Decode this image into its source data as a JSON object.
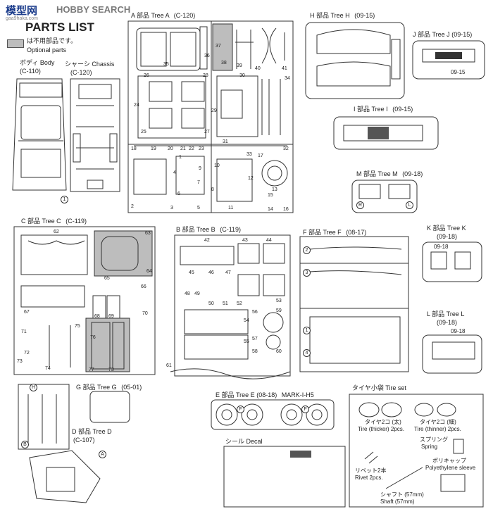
{
  "watermark": {
    "brand": "模型网",
    "search": "HOBBY SEARCH",
    "url": "gaa9haka.com"
  },
  "header": {
    "title": "PARTS LIST",
    "optional_jp": "は不用部品です。",
    "optional_en": "Optional parts"
  },
  "body": {
    "jp": "ボディ Body",
    "code": "(C-110)",
    "num": "1"
  },
  "chassis": {
    "jp": "シャーシ Chassis",
    "code": "(C-120)"
  },
  "treeA": {
    "label": "A 部品 Tree A",
    "code": "(C-120)",
    "nums": [
      "1",
      "2",
      "3",
      "4",
      "5",
      "6",
      "7",
      "8",
      "9",
      "10",
      "11",
      "12",
      "13",
      "14",
      "15",
      "16",
      "17",
      "18",
      "19",
      "20",
      "21",
      "22",
      "23",
      "24",
      "25",
      "26",
      "27",
      "28",
      "29",
      "30",
      "31",
      "32",
      "33",
      "34",
      "35",
      "36",
      "37",
      "38",
      "39",
      "40",
      "41"
    ]
  },
  "treeH": {
    "label": "H 部品 Tree H",
    "code": "(09-15)"
  },
  "treeJ": {
    "label": "J 部品 Tree J",
    "code": "(09-15)",
    "stamp": "09-15"
  },
  "treeI": {
    "label": "I 部品 Tree I",
    "code": "(09-15)"
  },
  "treeM": {
    "label": "M 部品 Tree M",
    "code": "(09-18)",
    "r": "R",
    "l": "L"
  },
  "treeC": {
    "label": "C 部品 Tree C",
    "code": "(C-119)",
    "nums": [
      "62",
      "63",
      "64",
      "65",
      "66",
      "67",
      "68",
      "69",
      "70",
      "71",
      "72",
      "73",
      "74",
      "75",
      "76",
      "77",
      "78"
    ]
  },
  "treeB": {
    "label": "B 部品 Tree B",
    "code": "(C-119)",
    "nums": [
      "42",
      "43",
      "44",
      "45",
      "46",
      "47",
      "48",
      "49",
      "50",
      "51",
      "52",
      "53",
      "54",
      "55",
      "56",
      "57",
      "58",
      "59",
      "60",
      "61"
    ]
  },
  "treeF": {
    "label": "F 部品 Tree F",
    "code": "(08-17)",
    "nums": [
      "2",
      "3",
      "1",
      "4"
    ]
  },
  "treeK": {
    "label": "K 部品 Tree K",
    "code": "(09-18)",
    "stamp": "09-18"
  },
  "treeL": {
    "label": "L 部品 Tree L",
    "code": "(09-18)",
    "stamp": "09-18"
  },
  "treeG": {
    "label": "G 部品 Tree G",
    "code": "(05-01)"
  },
  "treeD": {
    "label": "D 部品 Tree D",
    "code": "(C-107)",
    "h": "H",
    "b": "B",
    "a": "A"
  },
  "treeE": {
    "label": "E 部品 Tree E",
    "code": "(08-18)",
    "model": "MARK-I-H5",
    "f": "F"
  },
  "tires": {
    "title": "タイヤ小袋 Tire set",
    "thick_jp": "タイヤ2コ (太)",
    "thick_en": "Tire (thicker) 2pcs.",
    "thin_jp": "タイヤ2コ (細)",
    "thin_en": "Tire (thinner) 2pcs.",
    "spring_jp": "スプリング",
    "spring_en": "Spring",
    "rivet_jp": "リベット2本",
    "rivet_en": "Rivet 2pcs.",
    "poly_jp": "ポリキャップ",
    "poly_en": "Polyethylene sleeve",
    "shaft_jp": "シャフト (57mm)",
    "shaft_en": "Shaft (57mm)"
  },
  "decal": {
    "title": "シール Decal"
  }
}
